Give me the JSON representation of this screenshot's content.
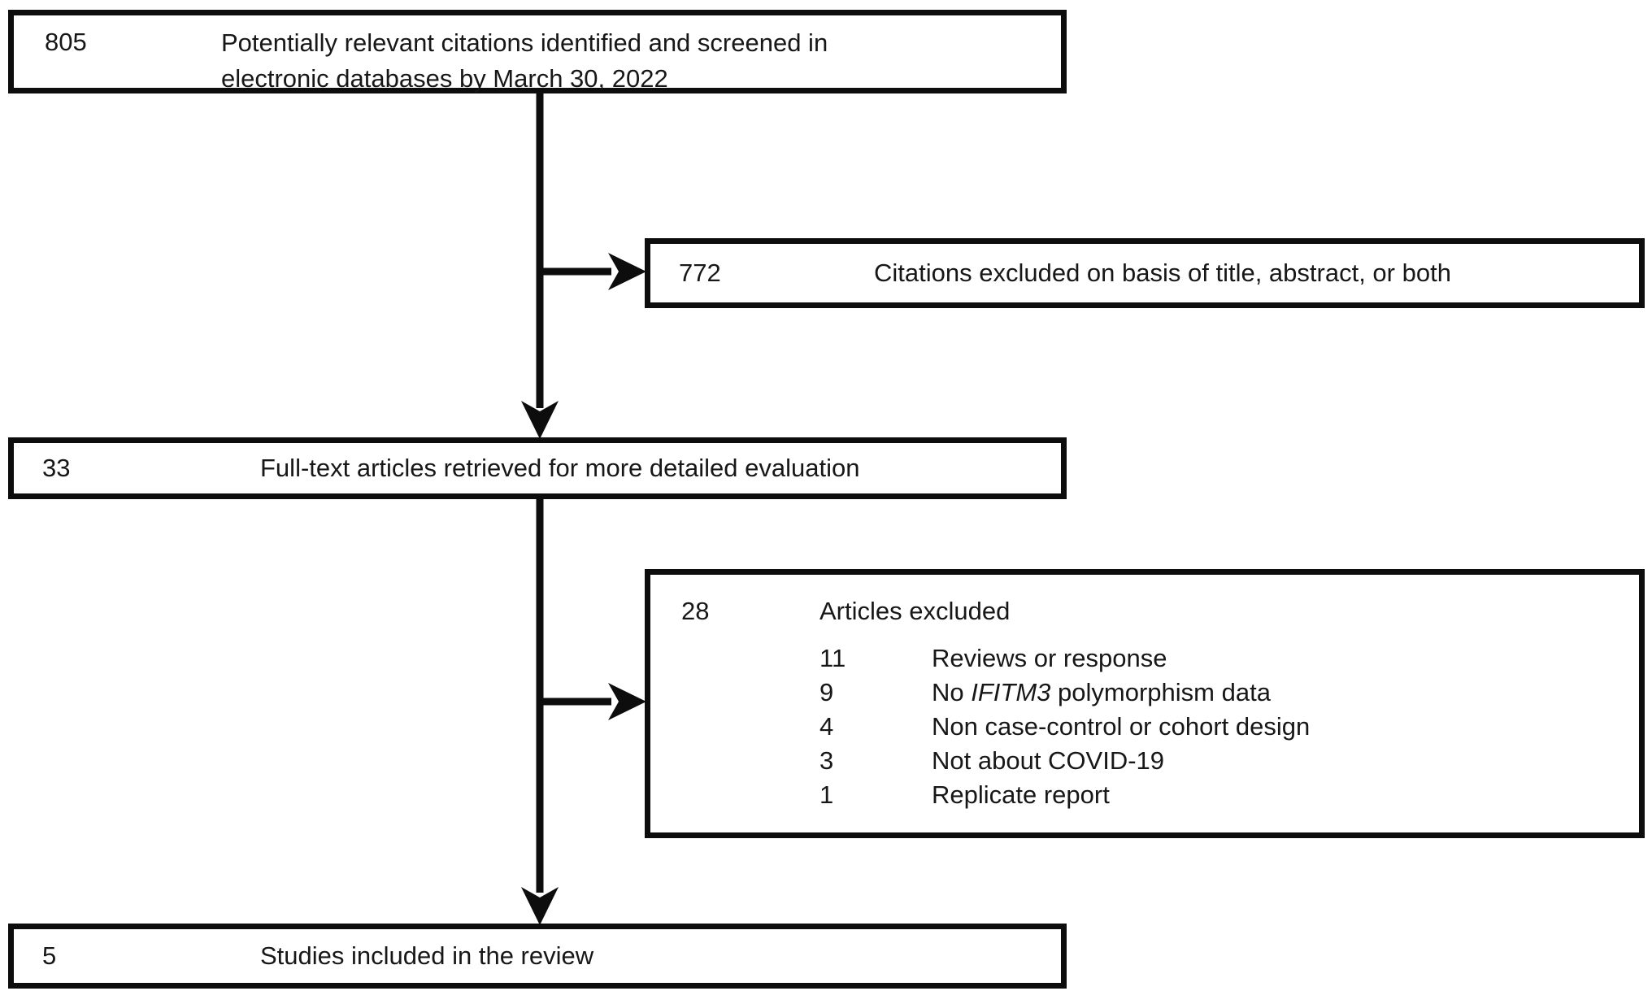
{
  "figure": {
    "type": "flow-diagram",
    "colors": {
      "background": "#ffffff",
      "line": "#0d0d0d",
      "text": "#171717"
    }
  },
  "boxes": {
    "screened": {
      "count": "805",
      "lines": [
        "Potentially relevant citations identified and screened in",
        "electronic databases by March 30, 2022"
      ]
    },
    "excluded_title": {
      "count": "772",
      "label": "Citations excluded on basis of title, abstract, or both"
    },
    "fulltext": {
      "count": "33",
      "label": "Full-text articles retrieved for more detailed evaluation"
    },
    "excluded_articles": {
      "count": "28",
      "label": "Articles excluded",
      "reasons": [
        {
          "count": "11",
          "pre": "Reviews or response",
          "italic": "",
          "post": ""
        },
        {
          "count": "9",
          "pre": "No ",
          "italic": "IFITM3",
          "post": " polymorphism data"
        },
        {
          "count": "4",
          "pre": "Non case-control or cohort design",
          "italic": "",
          "post": ""
        },
        {
          "count": "3",
          "pre": "Not about COVID-19",
          "italic": "",
          "post": ""
        },
        {
          "count": "1",
          "pre": "Replicate report",
          "italic": "",
          "post": ""
        }
      ]
    },
    "included": {
      "count": "5",
      "label": "Studies included in the review"
    }
  }
}
